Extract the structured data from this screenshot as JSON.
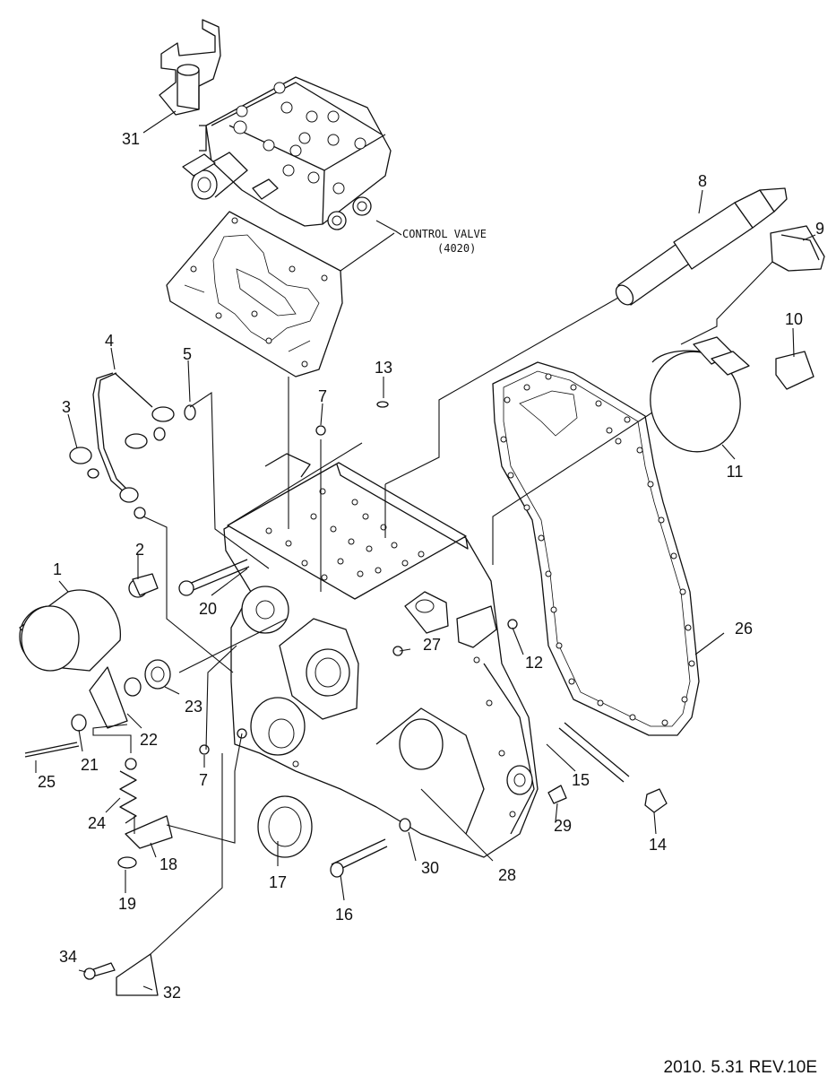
{
  "parts": [
    {
      "num": "1"
    },
    {
      "num": "2"
    },
    {
      "num": "3"
    },
    {
      "num": "4"
    },
    {
      "num": "5"
    },
    {
      "num": "7"
    },
    {
      "num": "7"
    },
    {
      "num": "8"
    },
    {
      "num": "9"
    },
    {
      "num": "10"
    },
    {
      "num": "11"
    },
    {
      "num": "12"
    },
    {
      "num": "13"
    },
    {
      "num": "14"
    },
    {
      "num": "15"
    },
    {
      "num": "16"
    },
    {
      "num": "17"
    },
    {
      "num": "18"
    },
    {
      "num": "19"
    },
    {
      "num": "20"
    },
    {
      "num": "21"
    },
    {
      "num": "22"
    },
    {
      "num": "23"
    },
    {
      "num": "24"
    },
    {
      "num": "25"
    },
    {
      "num": "26"
    },
    {
      "num": "27"
    },
    {
      "num": "28"
    },
    {
      "num": "29"
    },
    {
      "num": "30"
    },
    {
      "num": "31"
    },
    {
      "num": "32"
    },
    {
      "num": "34"
    }
  ],
  "control_valve": {
    "label": "CONTROL VALVE",
    "code": "(4020)"
  },
  "footer": {
    "revision": "2010. 5.31   REV.10E"
  }
}
